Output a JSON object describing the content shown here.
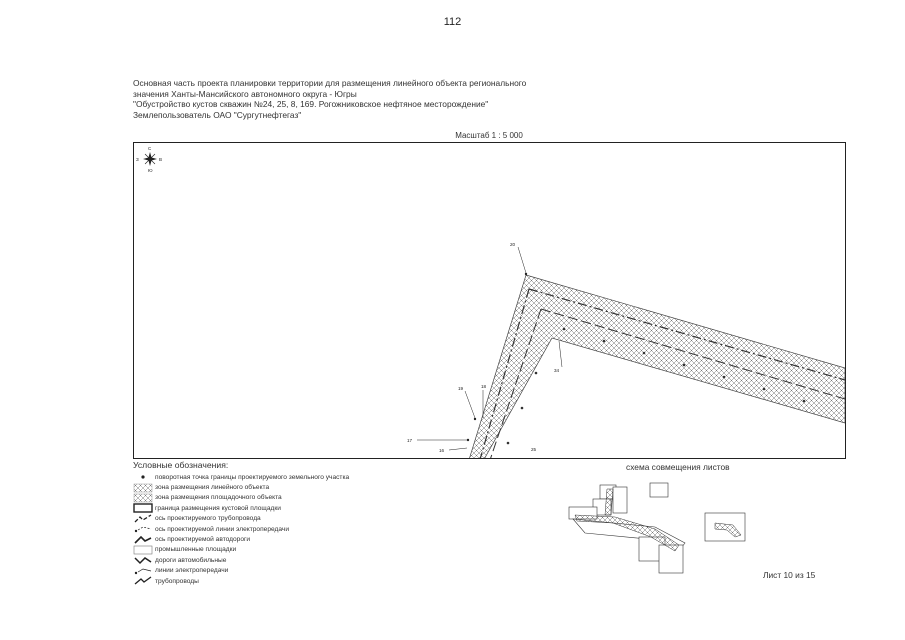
{
  "page_number": "112",
  "header": {
    "lines": [
      "Основная часть проекта планировки территории для размещения линейного объекта регионального",
      "значения Ханты-Мансийского автономного округа - Югры",
      "\"Обустройство кустов скважин №24, 25, 8, 169. Рогожниковское нефтяное месторождение\"",
      "Землепользователь ОАО \"Сургутнефтегаз\""
    ]
  },
  "scale_label": "Масштаб 1 : 5 000",
  "map": {
    "compass": {
      "letters": [
        "С",
        "В",
        "Ю",
        "З"
      ],
      "icon": "compass-rose-icon"
    },
    "points": [
      "20",
      "19",
      "18",
      "17",
      "16",
      "25",
      "34"
    ]
  },
  "legend": {
    "title": "Условные обозначения:",
    "items": [
      {
        "icon": "turning-point-icon",
        "label": "поворотная точка границы проектируемого земельного участка"
      },
      {
        "icon": "linear-zone-hatch-icon",
        "label": "зона размещения линейного объекта"
      },
      {
        "icon": "area-zone-hatch-icon",
        "label": "зона размещения площадочного объекта"
      },
      {
        "icon": "pad-boundary-icon",
        "label": "граница размещения кустовой площадки"
      },
      {
        "icon": "pipeline-axis-icon",
        "label": "ось проектируемого трубопровода"
      },
      {
        "icon": "powerline-axis-icon",
        "label": "ось проектируемой линии электропередачи"
      },
      {
        "icon": "road-axis-icon",
        "label": "ось проектируемой автодороги"
      },
      {
        "icon": "industrial-site-icon",
        "label": "промышленные площадки"
      },
      {
        "icon": "road-icon",
        "label": "дороги автомобильные"
      },
      {
        "icon": "powerline-icon",
        "label": "линии электропередачи"
      },
      {
        "icon": "pipeline-icon",
        "label": "трубопроводы"
      }
    ]
  },
  "scheme_title": "схема совмещения листов",
  "sheet_label": "Лист 10 из 15",
  "colors": {
    "line": "#222222",
    "hatch": "#555555",
    "frame": "#222222"
  }
}
